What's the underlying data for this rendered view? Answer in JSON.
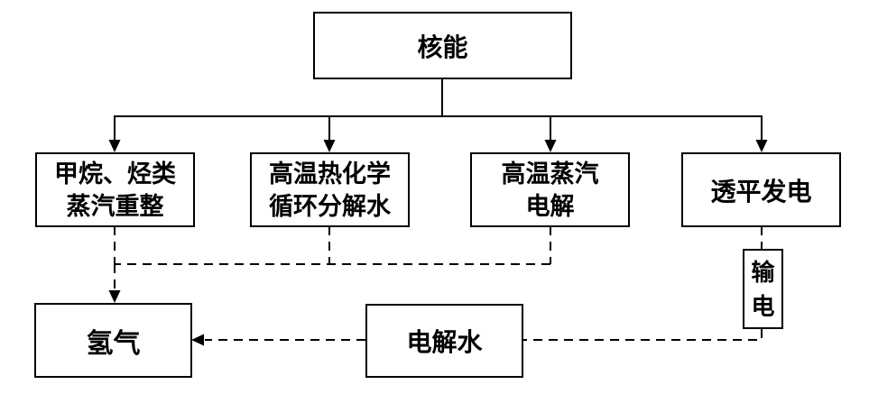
{
  "diagram": {
    "description": "Flowchart of hydrogen production pathways from nuclear energy",
    "background_color": "#ffffff",
    "line_color": "#000000",
    "nodes": {
      "nuclear": {
        "lines": [
          "核能"
        ]
      },
      "methane_reforming": {
        "lines": [
          "甲烷、烃类",
          "蒸汽重整"
        ]
      },
      "thermochemical_cycle": {
        "lines": [
          "高温热化学",
          "循环分解水"
        ]
      },
      "steam_electrolysis": {
        "lines": [
          "高温蒸汽",
          "电解"
        ]
      },
      "turbine_generation": {
        "lines": [
          "透平发电"
        ]
      },
      "power_transmission": {
        "lines": [
          "输电"
        ]
      },
      "hydrogen": {
        "lines": [
          "氢气"
        ]
      },
      "water_electrolysis": {
        "lines": [
          "电解水"
        ]
      }
    },
    "edges": [
      {
        "from": "nuclear",
        "to": "methane_reforming",
        "style": "solid",
        "arrow": true
      },
      {
        "from": "nuclear",
        "to": "thermochemical_cycle",
        "style": "solid",
        "arrow": true
      },
      {
        "from": "nuclear",
        "to": "steam_electrolysis",
        "style": "solid",
        "arrow": true
      },
      {
        "from": "nuclear",
        "to": "turbine_generation",
        "style": "solid",
        "arrow": true
      },
      {
        "from": "methane_reforming",
        "to": "hydrogen",
        "style": "dashed",
        "arrow": true
      },
      {
        "from": "thermochemical_cycle",
        "to": "hydrogen",
        "style": "dashed",
        "arrow": true
      },
      {
        "from": "steam_electrolysis",
        "to": "hydrogen",
        "style": "dashed",
        "arrow": true
      },
      {
        "from": "turbine_generation",
        "to": "power_transmission",
        "style": "dashed",
        "arrow": false
      },
      {
        "from": "power_transmission",
        "to": "water_electrolysis",
        "style": "dashed",
        "arrow": false
      },
      {
        "from": "water_electrolysis",
        "to": "hydrogen",
        "style": "dashed",
        "arrow": true
      }
    ]
  }
}
